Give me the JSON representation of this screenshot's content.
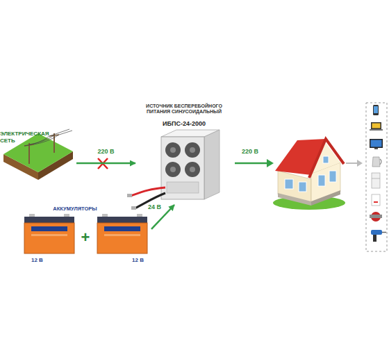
{
  "diagram": {
    "nodes": [
      {
        "text": [
          "ЭЛЕКТРИЧЕСКАЯ СЕТЬ"
        ]
      },
      {
        "text": [
          "АККУМУЛЯТОРЫ"
        ]
      },
      {
        "text": [
          "12 В"
        ],
        "in": 1
      },
      {
        "text": [
          "12 В"
        ],
        "in": 1
      },
      {
        "text": [
          "ИСТОЧНИК БЕСПЕРЕБОЙНОГО ПИТАНИЯ СИНУСОИДАЛЬНЫЙ",
          "ИБПС-24-2000"
        ]
      }
    ],
    "edges": [
      {
        "from": 0,
        "to": 4,
        "arrow": "to",
        "label": "220 В"
      },
      {
        "from": 1,
        "to": 4,
        "arrow": "to",
        "label": "24 В"
      }
    ],
    "labels": [
      "+",
      "220 В"
    ]
  }
}
